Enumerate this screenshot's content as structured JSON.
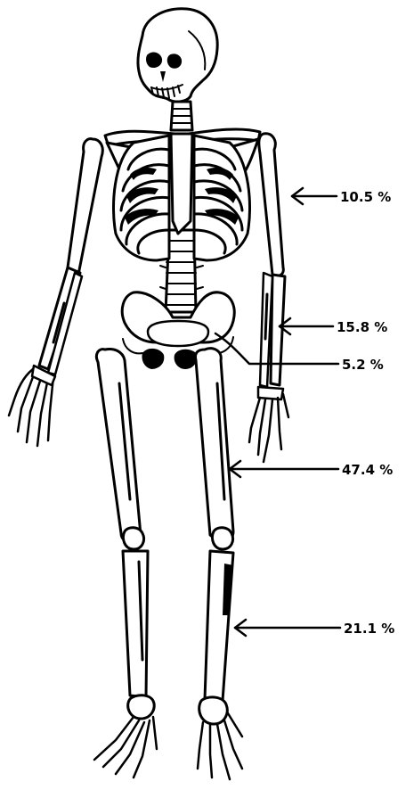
{
  "labels": [
    {
      "id": "upper-arm",
      "text": "10.5 %"
    },
    {
      "id": "forearm",
      "text": "15.8 %"
    },
    {
      "id": "pelvis",
      "text": "5.2 %"
    },
    {
      "id": "femur",
      "text": "47.4 %"
    },
    {
      "id": "lower-leg",
      "text": "21.1 %"
    }
  ],
  "colors": {
    "ink": "#000000",
    "background": "#ffffff"
  }
}
